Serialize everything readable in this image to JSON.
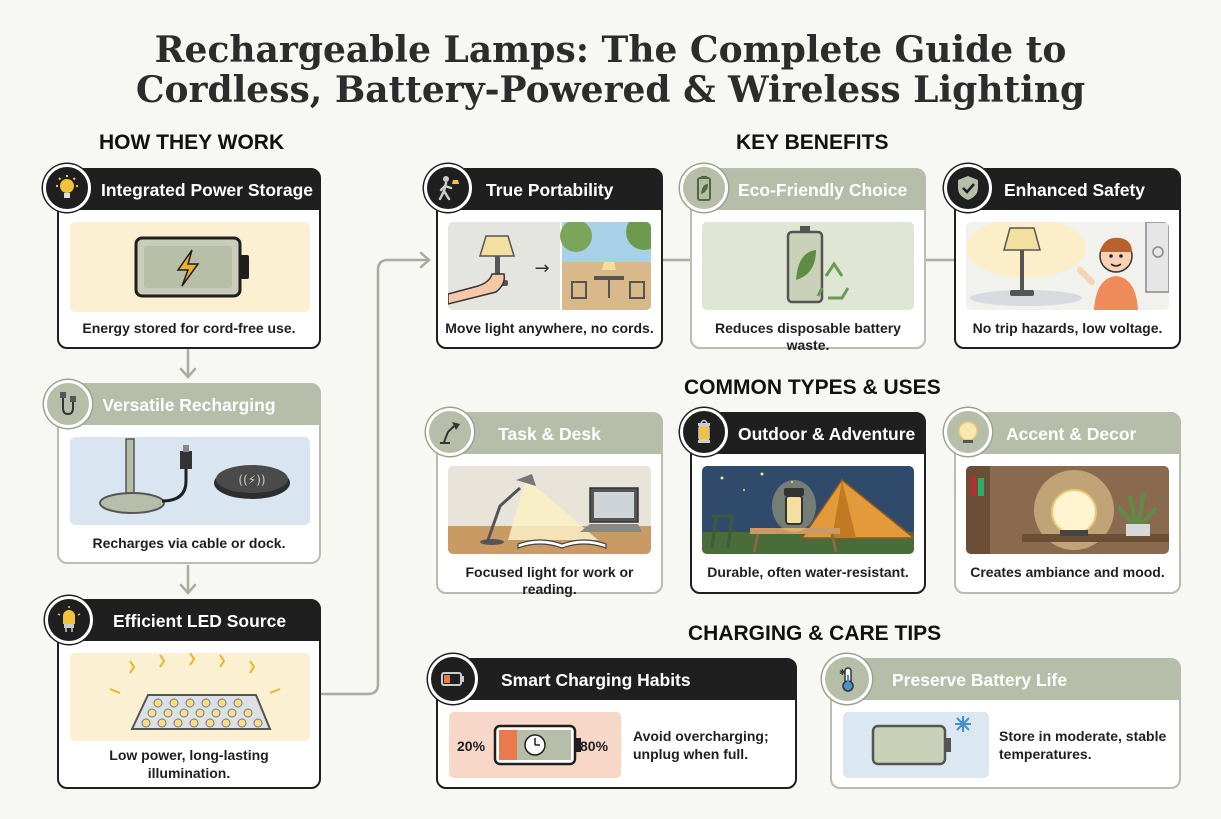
{
  "title": {
    "line1": "Rechargeable Lamps: The Complete Guide to",
    "line2": "Cordless, Battery-Powered & Wireless Lighting"
  },
  "sections": {
    "how": "HOW THEY WORK",
    "benefits": "KEY BENEFITS",
    "types": "COMMON TYPES & USES",
    "tips": "CHARGING & CARE TIPS"
  },
  "how_cards": [
    {
      "title": "Integrated Power Storage",
      "caption": "Energy stored for cord-free use.",
      "icon": "lightbulb-icon"
    },
    {
      "title": "Versatile Recharging",
      "caption": "Recharges via cable or dock.",
      "icon": "usb-cable-icon"
    },
    {
      "title": "Efficient LED Source",
      "caption_l1": "Low power, long-lasting",
      "caption_l2": "illumination.",
      "icon": "led-bulb-icon"
    }
  ],
  "benefit_cards": [
    {
      "title": "True Portability",
      "caption": "Move light anywhere, no cords.",
      "icon": "walking-person-icon"
    },
    {
      "title": "Eco-Friendly Choice",
      "caption": "Reduces disposable battery waste.",
      "icon": "leaf-battery-icon"
    },
    {
      "title": "Enhanced Safety",
      "caption": "No trip hazards, low voltage.",
      "icon": "shield-check-icon"
    }
  ],
  "type_cards": [
    {
      "title": "Task & Desk",
      "caption": "Focused light for work or reading.",
      "icon": "desk-lamp-icon"
    },
    {
      "title": "Outdoor & Adventure",
      "caption": "Durable, often water-resistant.",
      "icon": "lantern-icon"
    },
    {
      "title": "Accent & Decor",
      "caption": "Creates ambiance and mood.",
      "icon": "glow-orb-icon"
    }
  ],
  "tip_cards": [
    {
      "title": "Smart Charging Habits",
      "text_l1": "Avoid overcharging;",
      "text_l2": "unplug when full.",
      "low": "20%",
      "high": "80%",
      "icon": "battery-icon"
    },
    {
      "title": "Preserve Battery Life",
      "text_l1": "Store in moderate, stable",
      "text_l2": "temperatures.",
      "icon": "thermometer-icon"
    }
  ],
  "colors": {
    "dark": "#1f1f1f",
    "sage": "#b6bea9",
    "background": "#f7f7f3"
  }
}
